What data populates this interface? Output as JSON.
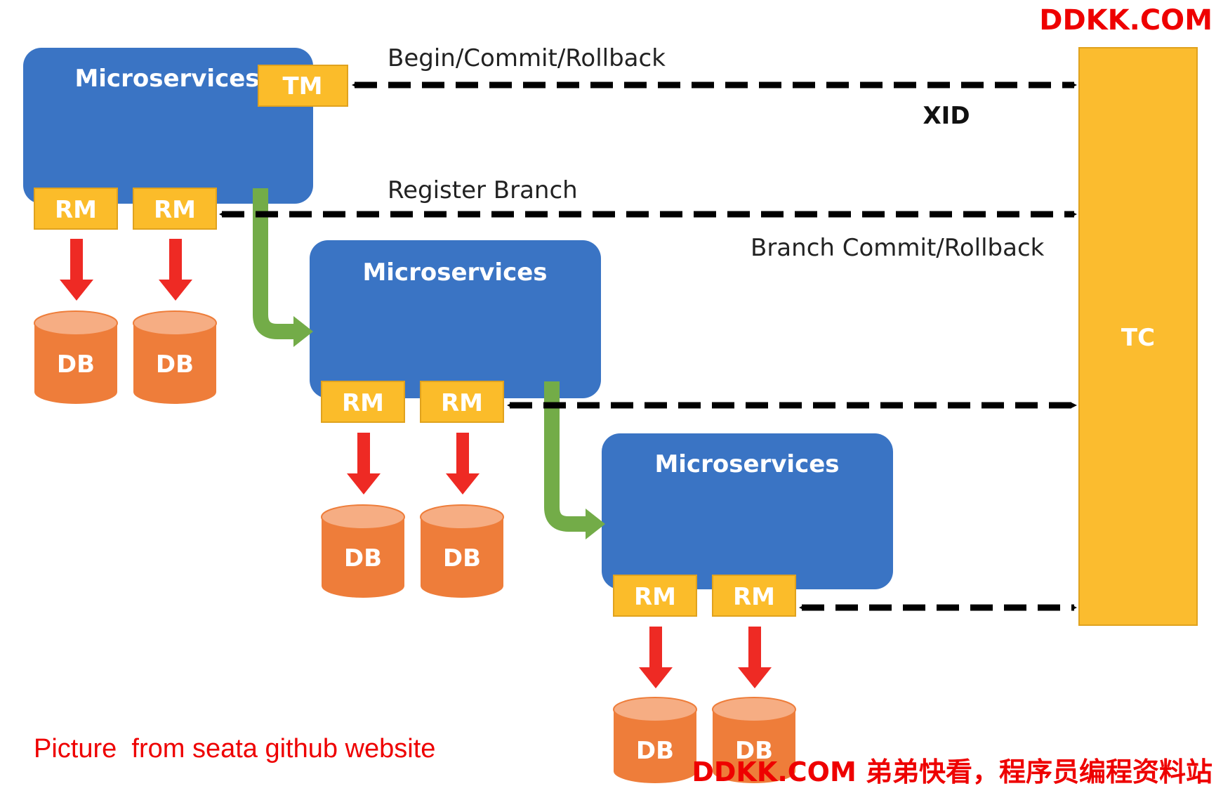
{
  "watermark": {
    "top_right": "DDKK.COM",
    "bottom_right": "DDKK.COM 弟弟快看，程序员编程资料站"
  },
  "caption": "Picture  from seata github website",
  "tc": {
    "label": "TC"
  },
  "tm": {
    "label": "TM"
  },
  "services": [
    {
      "title": "Microservices",
      "rms": [
        "RM",
        "RM"
      ],
      "dbs": [
        "DB",
        "DB"
      ]
    },
    {
      "title": "Microservices",
      "rms": [
        "RM",
        "RM"
      ],
      "dbs": [
        "DB",
        "DB"
      ]
    },
    {
      "title": "Microservices",
      "rms": [
        "RM",
        "RM"
      ],
      "dbs": [
        "DB",
        "DB"
      ]
    }
  ],
  "arrows": {
    "tm_label": "Begin/Commit/Rollback",
    "xid_label": "XID",
    "register_label": "Register Branch",
    "branch_label": "Branch Commit/Rollback"
  },
  "colors": {
    "service_blue": "#3a74c4",
    "tag_yellow": "#fbbc2a",
    "tc_yellow": "#fbbc2f",
    "db_orange": "#ee7d3a",
    "db_top": "#f6ad83",
    "red_arrow": "#ee2a24",
    "green_arrow": "#73ac48",
    "watermark_red": "#ee0000"
  }
}
